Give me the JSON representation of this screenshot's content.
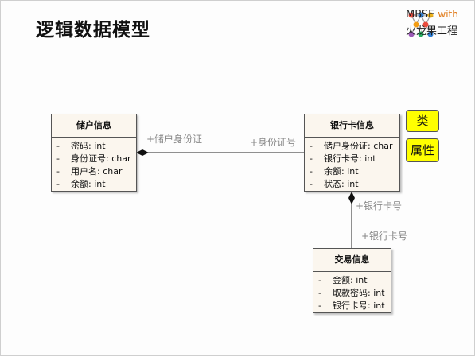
{
  "title": "逻辑数据模型",
  "logo": {
    "line1": "MBSE",
    "with": "with",
    "line2": "火龙果工程"
  },
  "classes": {
    "depositor": {
      "name": "储户信息",
      "attrs": [
        {
          "vis": "-",
          "text": "密码: int"
        },
        {
          "vis": "-",
          "text": "身份证号: char"
        },
        {
          "vis": "-",
          "text": "用户名: char"
        },
        {
          "vis": "-",
          "text": "余额: int"
        }
      ]
    },
    "bankcard": {
      "name": "银行卡信息",
      "attrs": [
        {
          "vis": "-",
          "text": "储户身份证: char"
        },
        {
          "vis": "-",
          "text": "银行卡号: int"
        },
        {
          "vis": "-",
          "text": "余额: int"
        },
        {
          "vis": "-",
          "text": "状态: int"
        }
      ]
    },
    "transaction": {
      "name": "交易信息",
      "attrs": [
        {
          "vis": "-",
          "text": "金额: int"
        },
        {
          "vis": "-",
          "text": "取款密码: int"
        },
        {
          "vis": "-",
          "text": "银行卡号: int"
        }
      ]
    }
  },
  "callouts": {
    "class": "类",
    "attribute": "属性"
  },
  "roles": {
    "depositor_end": "+储户身份证",
    "bankcard_end_left": "+身份证号",
    "bankcard_end_bottom": "+银行卡号",
    "transaction_end": "+银行卡号"
  },
  "colors": {
    "callout": "#ffff00",
    "class_fill": "#fbf6ee",
    "logo_with": "#e07b1a"
  }
}
